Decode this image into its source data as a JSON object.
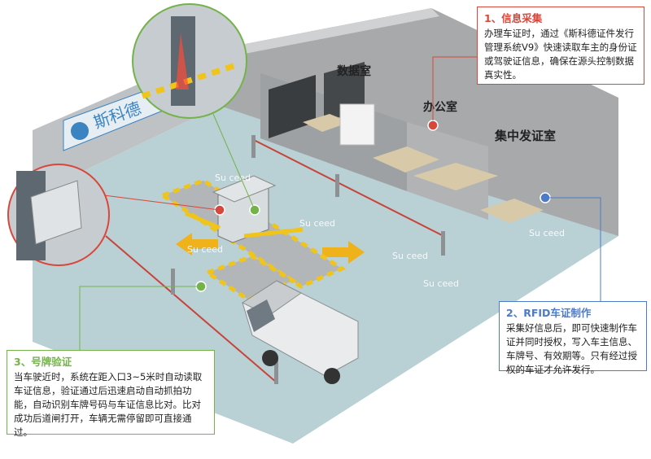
{
  "brand": {
    "name": "斯科德",
    "sign_text": "斯科德"
  },
  "watermark": "Su ceed",
  "rooms": {
    "data_room": "数据室",
    "office": "办公室",
    "issue_room": "集中发证室"
  },
  "callouts": [
    {
      "title": "1、信息采集",
      "body": "办理车证时，通过《斯科德证件发行管理系统V9》快速读取车主的身份证或驾驶证信息，确保在源头控制数据真实性。",
      "color": "#d9473a"
    },
    {
      "title": "2、RFID车证制作",
      "body": "采集好信息后，即可快速制作车证并同时授权，写入车主信息、车牌号、有效期等。只有经过授权的车证才允许发行。",
      "color": "#4b7bc9"
    },
    {
      "title": "3、号牌验证",
      "body": "当车驶近时，系统在距入口3~5米时自动读取车证信息，验证通过后迅速启动自动抓拍功能，自动识别车牌号码与车证信息比对。比对成功后道闸打开，车辆无需停留即可直接通过。",
      "color": "#74b34a"
    }
  ],
  "colors": {
    "floor": "#b9d0d4",
    "wall": "#a7a9ab",
    "wall_top": "#cfd1d2",
    "sign": "#3a84c2",
    "barrier_yellow": "#f0c419",
    "lane_arrow": "#f0b21a"
  }
}
